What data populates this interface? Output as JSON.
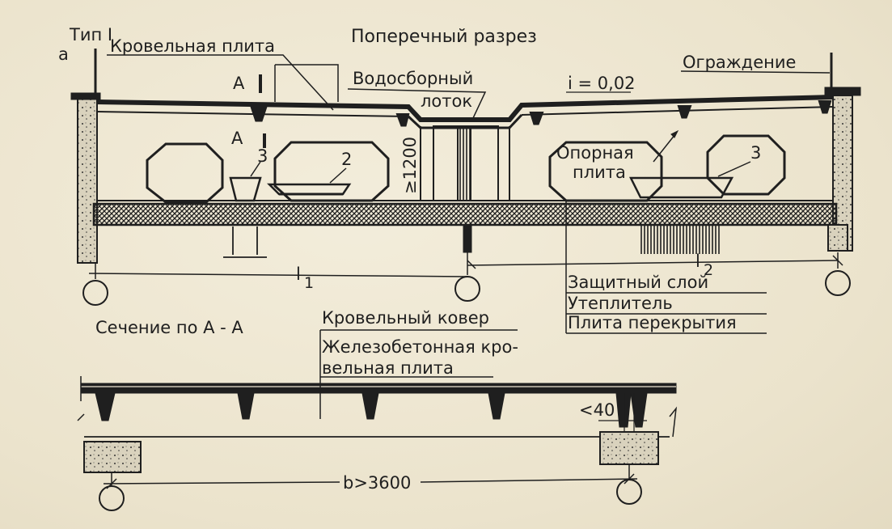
{
  "labels": {
    "type": "Тип I",
    "letter": "а",
    "title": "Поперечный разрез",
    "roof_slab": "Кровельная плита",
    "gutter_1": "Водосборный",
    "gutter_2": "лоток",
    "slope": "i = 0,02",
    "fence": "Ограждение",
    "section_mark_top": "А",
    "section_mark_bottom": "А",
    "height": "≥1200",
    "num_3_left": "3",
    "num_2": "2",
    "num_3_right": "3",
    "support_1": "Опорная",
    "support_2": "плита",
    "span_1": "l",
    "span_1_sub": "1",
    "span_2": "l",
    "span_2_sub": "2",
    "layer_1": "Защитный  слой",
    "layer_2": "Утеплитель",
    "layer_3": "Плита перекрытия",
    "section_title": "Сечение по А - А",
    "carpet": "Кровельный ковер",
    "rc_slab_1": "Железобетонная кро-",
    "rc_slab_2": "вельная  плита",
    "gap": "<40",
    "width_dim": "b>3600"
  },
  "colors": {
    "ink": "#1f1f1f",
    "paper": "#efe8d4"
  }
}
